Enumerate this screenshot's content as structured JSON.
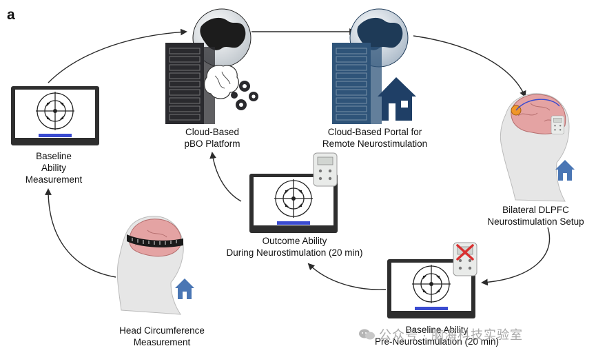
{
  "panel_label": "a",
  "nodes": {
    "baseline": "Baseline\nAbility\nMeasurement",
    "cloud_platform": "Cloud-Based\npBO Platform",
    "portal": "Cloud-Based Portal for\nRemote Neurostimulation",
    "dlpfc": "Bilateral DLPFC\nNeurostimulation Setup",
    "pre_stim": "Baseline Ability\nPre-Neurostimulation (20 min)",
    "outcome": "Outcome Ability\nDuring Neurostimulation (20 min)",
    "head_circ": "Head Circumference\nMeasurement"
  },
  "watermark": "公众号 · 脑海科技实验室",
  "colors": {
    "arrow": "#2b2b2b",
    "server_dark": "#2a2a2e",
    "server_blue": "#2f5479",
    "screen_bar": "#3a4bd0",
    "house": "#4a76b4",
    "brain": "#e4a3a3",
    "skin": "#e6e6e6",
    "electrode": "#f0962a",
    "cross": "#d93030"
  }
}
